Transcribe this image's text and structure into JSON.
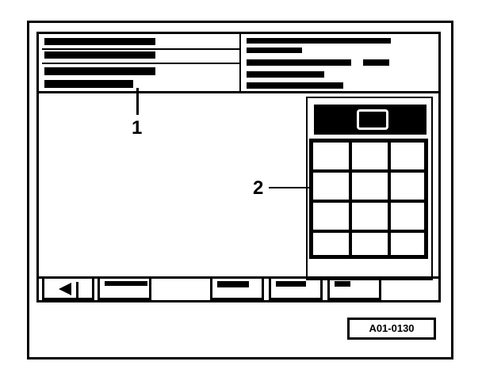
{
  "callouts": {
    "one": "1",
    "two": "2"
  },
  "figure_code": "A01-0130",
  "icons": {
    "toolbar_back": "left-arrow-icon"
  },
  "keypad": {
    "rows": 4,
    "cols": 3
  }
}
